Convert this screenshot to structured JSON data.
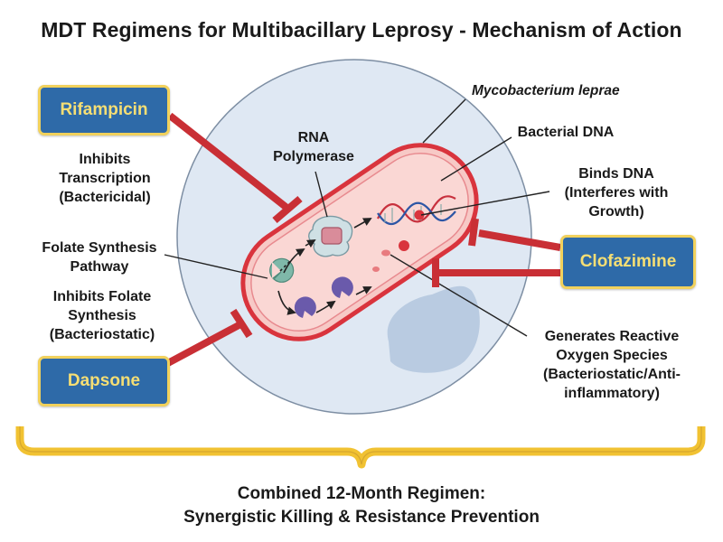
{
  "title": "MDT Regimens for Multibacillary Leprosy - Mechanism of Action",
  "drugs": {
    "rifampicin": {
      "name": "Rifampicin",
      "action": "Inhibits Transcription (Bactericidal)"
    },
    "dapsone": {
      "name": "Dapsone",
      "action": "Inhibits Folate Synthesis (Bacteriostatic)"
    },
    "clofazimine": {
      "name": "Clofazimine",
      "action_dna": "Binds DNA (Interferes with Growth)",
      "action_ros": "Generates Reactive Oxygen Species (Bacteriostatic/Anti-inflammatory)"
    }
  },
  "labels": {
    "organism": "Mycobacterium leprae",
    "bacterial_dna": "Bacterial DNA",
    "rna_polymerase": "RNA Polymerase",
    "folate_pathway": "Folate Synthesis Pathway"
  },
  "footer": {
    "line1": "Combined 12-Month Regimen:",
    "line2": "Synergistic Killing & Resistance Prevention"
  },
  "colors": {
    "drug_box_fill": "#2e6aa8",
    "drug_box_border": "#f1d15c",
    "drug_box_text": "#f5de74",
    "inhibitor_line": "#c92f35",
    "bacterium_fill": "#f7c9c6",
    "bacterium_outline": "#d9343d",
    "host_cell": "#dfe8f3",
    "brace": "#f1c232",
    "enzyme_teal": "#7fb8a9",
    "enzyme_purple": "#6a5aab"
  }
}
